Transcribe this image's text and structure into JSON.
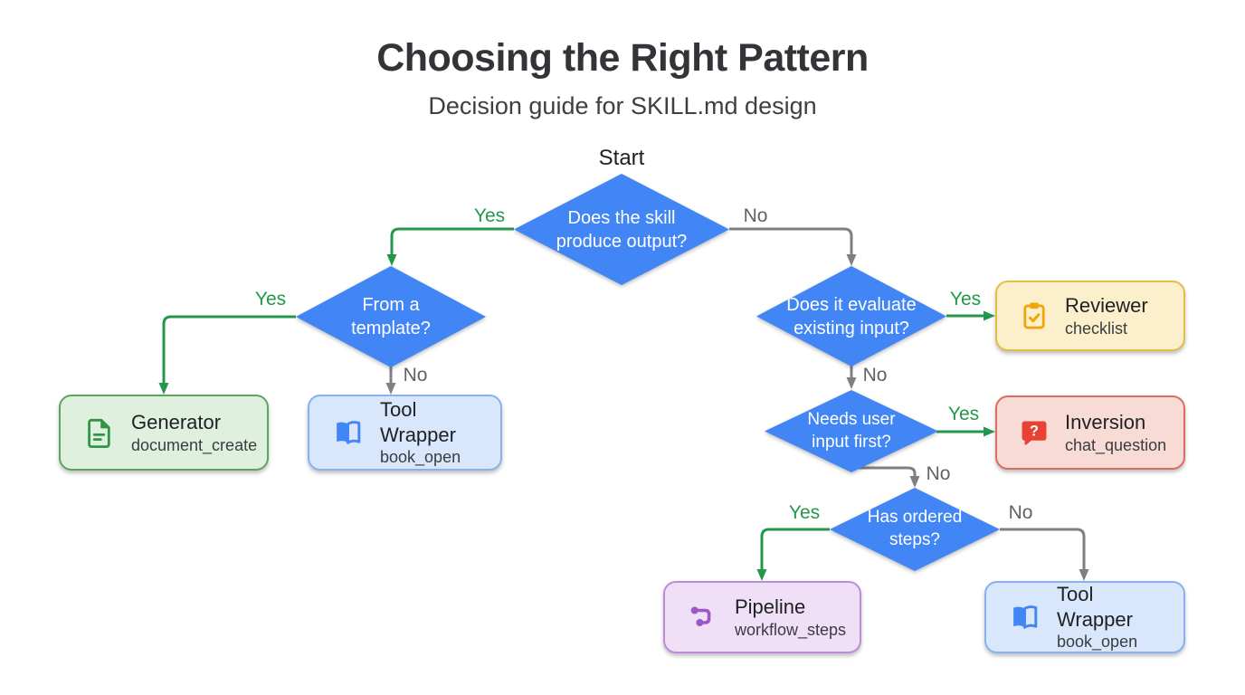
{
  "header": {
    "title": "Choosing the Right Pattern",
    "subtitle": "Decision guide for SKILL.md design"
  },
  "flowchart": {
    "start_label": "Start",
    "branch_labels": {
      "yes": "Yes",
      "no": "No"
    },
    "decisions": {
      "produce_output": {
        "line1": "Does the skill",
        "line2": "produce output?"
      },
      "from_template": {
        "line1": "From a",
        "line2": "template?"
      },
      "evaluate_input": {
        "line1": "Does it evaluate",
        "line2": "existing input?"
      },
      "needs_user_input": {
        "line1": "Needs user",
        "line2": "input first?"
      },
      "ordered_steps": {
        "line1": "Has ordered",
        "line2": "steps?"
      }
    },
    "outcomes": {
      "generator": {
        "title": "Generator",
        "subtitle": "document_create",
        "icon": "document-icon"
      },
      "tool_wrapper_left": {
        "title": "Tool Wrapper",
        "subtitle": "book_open",
        "icon": "open-book-icon"
      },
      "reviewer": {
        "title": "Reviewer",
        "subtitle": "checklist",
        "icon": "clipboard-check-icon"
      },
      "inversion": {
        "title": "Inversion",
        "subtitle": "chat_question",
        "icon": "question-bubble-icon",
        "icon_glyph": "?"
      },
      "pipeline": {
        "title": "Pipeline",
        "subtitle": "workflow_steps",
        "icon": "workflow-icon"
      },
      "tool_wrapper_right": {
        "title": "Tool Wrapper",
        "subtitle": "book_open",
        "icon": "open-book-icon"
      }
    },
    "colors": {
      "decision_fill": "#4285F4",
      "decision_text": "#FFFFFF",
      "yes_edge": "#23984B",
      "no_edge": "#7F7F7F",
      "no_label_text": "#5F6368",
      "generator_box": {
        "bg": "#DFF0DF",
        "border": "#5FA463",
        "icon": "#2E9549"
      },
      "tool_wrapper_box": {
        "bg": "#D8E7FC",
        "border": "#8AB0F0",
        "icon": "#4285F4"
      },
      "reviewer_box": {
        "bg": "#FBF0CB",
        "border": "#E3BD45",
        "icon": "#F0A50A"
      },
      "inversion_box": {
        "bg": "#F9DBD6",
        "border": "#DA6C60",
        "icon": "#E94235"
      },
      "pipeline_box": {
        "bg": "#EFDFF7",
        "border": "#BE8CD7",
        "icon": "#9D57C9"
      }
    }
  }
}
